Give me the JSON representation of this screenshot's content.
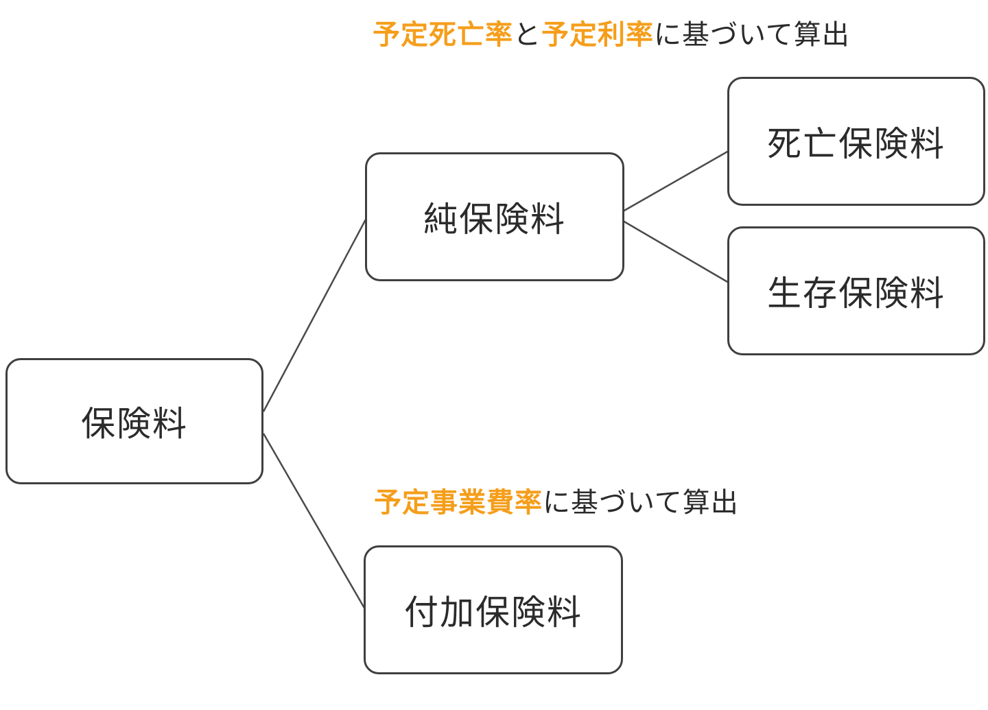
{
  "diagram": {
    "annotation_top": {
      "accent1": "予定死亡率",
      "joiner": "と",
      "accent2": "予定利率",
      "suffix": "に基づいて算出"
    },
    "annotation_mid": {
      "accent1": "予定事業費率",
      "suffix": "に基づいて算出"
    },
    "nodes": {
      "premium": "保険料",
      "net_premium": "純保険料",
      "death_premium": "死亡保険料",
      "survival_premium": "生存保険料",
      "loading_premium": "付加保険料"
    },
    "colors": {
      "accent_orange": "#f59e1b",
      "text_dark": "#2b2b2b",
      "box_border": "#3f3f3f",
      "connector": "#4a4a4a"
    }
  }
}
